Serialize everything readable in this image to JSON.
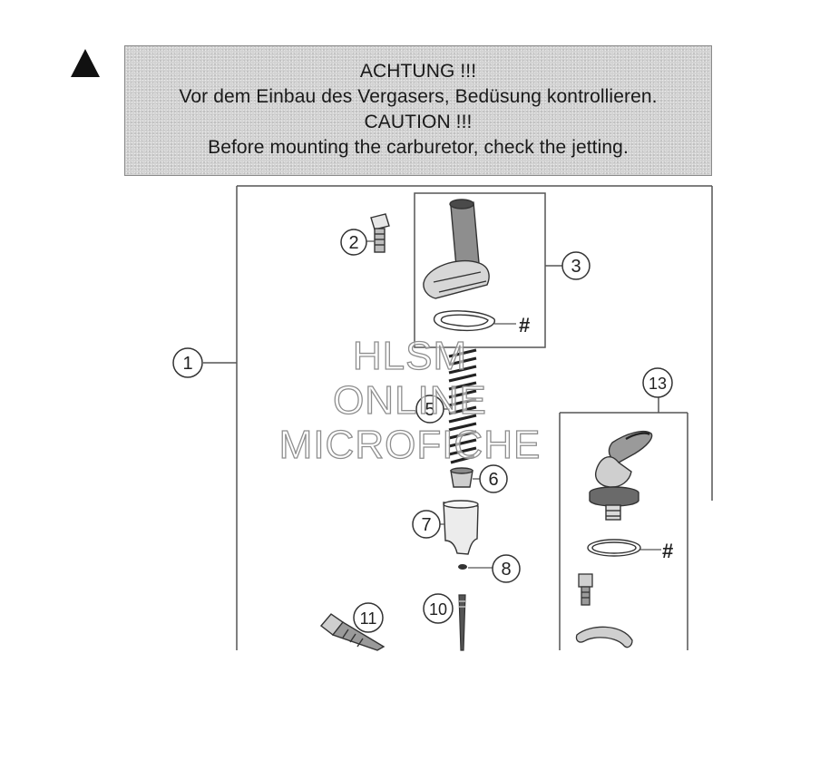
{
  "caution": {
    "line1": "ACHTUNG !!!",
    "line2": "Vor dem Einbau des Vergasers, Bedüsung kontrollieren.",
    "line3": "CAUTION !!!",
    "line4": "Before mounting the carburetor, check the jetting."
  },
  "callouts": {
    "c1": "1",
    "c2": "2",
    "c3": "3",
    "c5": "5",
    "c6": "6",
    "c7": "7",
    "c8": "8",
    "c10": "10",
    "c11": "11",
    "c13": "13"
  },
  "hash_marks": {
    "h3": "#",
    "h13": "#"
  },
  "watermark": {
    "line1": "HLSM",
    "line2": "ONLINE",
    "line3": "MICROFICHE"
  }
}
